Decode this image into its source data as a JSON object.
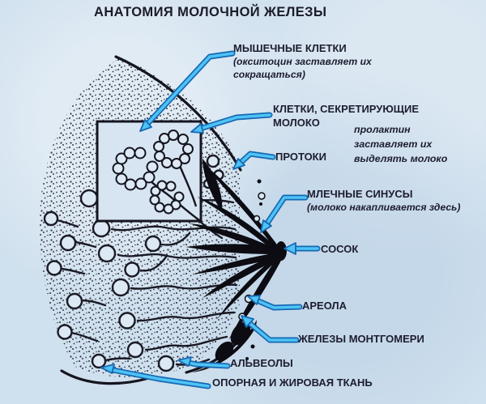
{
  "title": "АНАТОМИЯ МОЛОЧНОЙ ЖЕЛЕЗЫ",
  "colors": {
    "background": "#cfe0ee",
    "ink": "#1a1a24",
    "arrow_light": "#4ec3f5",
    "arrow_dark": "#1668b3",
    "text": "#1d1d30"
  },
  "labels": {
    "muscle_cells": {
      "name": "МЫШЕЧНЫЕ КЛЕТКИ",
      "note_line1": "(окситоцин заставляет их",
      "note_line2": "сокращаться)"
    },
    "secreting_cells": {
      "line1": "КЛЕТКИ, СЕКРЕТИРУЮЩИЕ",
      "line2": "МОЛОКО"
    },
    "prolactin_note": {
      "line1": "пролактин",
      "line2": "заставляет их",
      "line3": "выделять молоко"
    },
    "ducts": {
      "name": "ПРОТОКИ"
    },
    "milk_sinuses": {
      "name": "МЛЕЧНЫЕ СИНУСЫ",
      "note": "(молоко накапливается здесь)"
    },
    "nipple": {
      "name": "СОСОК"
    },
    "areola": {
      "name": "АРЕОЛА"
    },
    "montgomery_glands": {
      "name": "ЖЕЛЕЗЫ МОНТГОМЕРИ"
    },
    "alveoli": {
      "name": "АЛЬВЕОЛЫ"
    },
    "support_fat_tissue": {
      "name": "ОПОРНАЯ И ЖИРОВАЯ ТКАНЬ"
    }
  }
}
